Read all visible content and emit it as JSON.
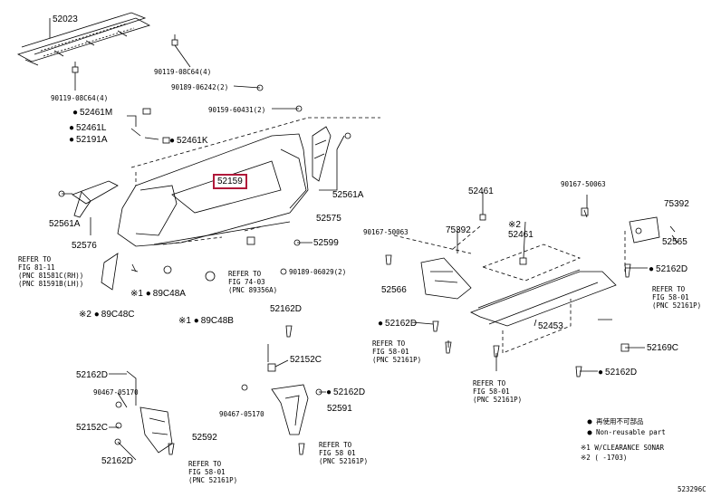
{
  "labels": {
    "p52023": "52023",
    "p90119_left": "90119-08C64(4)",
    "p90119_right": "90119-08C64(4)",
    "p90189_06242": "90189-06242(2)",
    "p90159": "90159-60431(2)",
    "p52461M": "52461M",
    "p52461L": "52461L",
    "p52191A": "52191A",
    "p52461K": "52461K",
    "p52159": "52159",
    "p52561A_right": "52561A",
    "p52575": "52575",
    "p52561A_left": "52561A",
    "p52576": "52576",
    "p52599": "52599",
    "p90189_06029": "90189-06029(2)",
    "p89C48A": "89C48A",
    "p89C48C": "89C48C",
    "p89C48B": "89C48B",
    "p52461_mid": "52461",
    "p90167_top": "90167-50063",
    "p75392_right": "75392",
    "p52461_b": "52461",
    "p52565": "52565",
    "p90167_left": "90167-50063",
    "p75392_left": "75392",
    "p52566": "52566",
    "p52162D_a": "52162D",
    "p52162D_right": "52162D",
    "p52453": "52453",
    "p52169C": "52169C",
    "p52162D_b": "52162D",
    "p52162D_c": "52162D",
    "p52162D_d": "52162D",
    "p52152C_a": "52152C",
    "p52162D_e": "52162D",
    "p90467_a": "90467-05170",
    "p90467_b": "90467-05170",
    "p52591": "52591",
    "p52152C_b": "52152C",
    "p52592": "52592",
    "p52162D_f": "52162D"
  },
  "refs": {
    "ref_fig81": "REFER TO\nFIG 81-11\n(PNC 81581C(RH))\n(PNC 81591B(LH))",
    "ref_fig74": "REFER TO\nFIG 74-03\n(PNC 89356A)",
    "ref_fig58_a": "REFER TO\nFIG 58-01\n(PNC 52161P)",
    "ref_fig58_b": "REFER TO\nFIG 58-01\n(PNC 52161P)",
    "ref_fig58_c": "REFER TO\nFIG 58-01\n(PNC 52161P)",
    "ref_fig58_d": "REFER TO\nFIG 58-01\n(PNC 52161P)",
    "ref_fig58_e": "REFER TO\nFIG 58 01\n(PNC 52161P)"
  },
  "marks": {
    "star1": "※1",
    "star2": "※2"
  },
  "legend": {
    "nonreusable_jp": "再使用不可部品",
    "nonreusable_en": "Non-reusable part",
    "note1": "※1 W/CLEARANCE SONAR",
    "note2": "※2 (      -1703)"
  },
  "figure_code": "523296C",
  "colors": {
    "highlight": "#b0193a",
    "line": "#000000"
  }
}
